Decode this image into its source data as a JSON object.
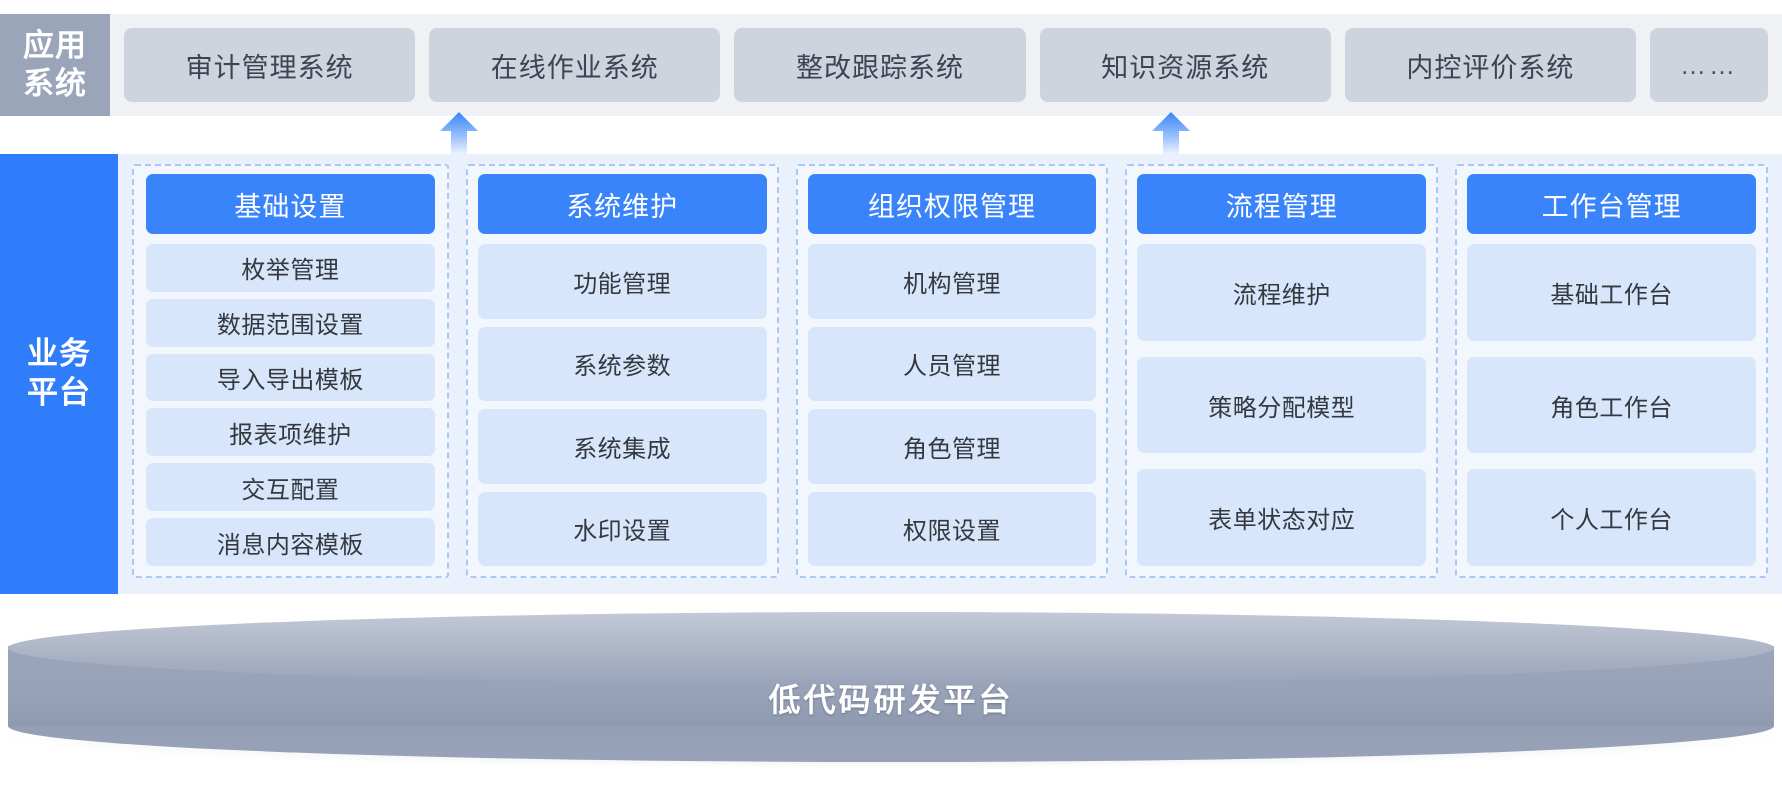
{
  "colors": {
    "app_label_bg": "#9aa5b9",
    "app_card_bg": "#ced4de",
    "biz_label_bg": "#2f7dfb",
    "group_header_bg": "#3a84fb",
    "group_item_bg": "#d8e6fc",
    "group_border": "#a9c8f5",
    "platform_bg": "#9aa4ba",
    "arrow_color": "#3a84fb"
  },
  "app_layer": {
    "label": "应用\n系统",
    "label_line1": "应用",
    "label_line2": "系统",
    "cards": [
      {
        "label": "审计管理系统"
      },
      {
        "label": "在线作业系统"
      },
      {
        "label": "整改跟踪系统"
      },
      {
        "label": "知识资源系统"
      },
      {
        "label": "内控评价系统"
      },
      {
        "label": "……"
      }
    ]
  },
  "arrows": [
    {
      "name": "arrow-up-online-work-system"
    },
    {
      "name": "arrow-up-internal-control-system"
    }
  ],
  "biz_layer": {
    "label_line1": "业务",
    "label_line2": "平台",
    "groups": [
      {
        "header": "基础设置",
        "items": [
          "枚举管理",
          "数据范围设置",
          "导入导出模板",
          "报表项维护",
          "交互配置",
          "消息内容模板"
        ]
      },
      {
        "header": "系统维护",
        "items": [
          "功能管理",
          "系统参数",
          "系统集成",
          "水印设置"
        ]
      },
      {
        "header": "组织权限管理",
        "items": [
          "机构管理",
          "人员管理",
          "角色管理",
          "权限设置"
        ]
      },
      {
        "header": "流程管理",
        "items": [
          "流程维护",
          "策略分配模型",
          "表单状态对应"
        ]
      },
      {
        "header": "工作台管理",
        "items": [
          "基础工作台",
          "角色工作台",
          "个人工作台"
        ]
      }
    ]
  },
  "platform": {
    "label": "低代码研发平台"
  }
}
